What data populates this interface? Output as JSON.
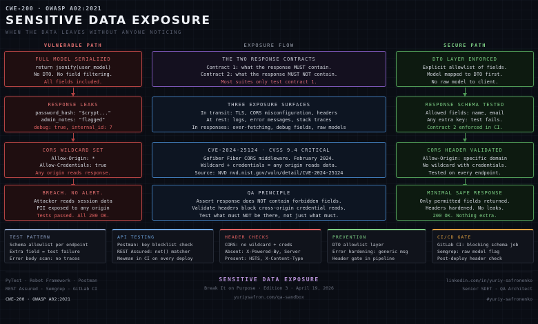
{
  "header": {
    "tag": "CWE-200 · OWASP A02:2021",
    "title": "SENSITIVE DATA EXPOSURE",
    "subtitle": "WHEN THE DATA LEAVES WITHOUT ANYONE NOTICING"
  },
  "columns": {
    "left": "VULNERABLE PATH",
    "middle": "EXPOSURE FLOW",
    "right": "SECURE PATH"
  },
  "vulnerable": [
    {
      "title": "FULL MODEL SERIALIZED",
      "lines": [
        "return jsonify(user_model)",
        "No DTO. No field filtering."
      ],
      "highlight": "All fields included."
    },
    {
      "title": "RESPONSE LEAKS",
      "lines": [
        "password_hash: \"$crypt...\"",
        "admin_notes: \"flagged\""
      ],
      "highlight": "debug: true, internal_id: 7"
    },
    {
      "title": "CORS WILDCARD SET",
      "lines": [
        "Allow-Origin: *",
        "Allow-Credentials: true"
      ],
      "highlight": "Any origin reads response."
    },
    {
      "title": "BREACH. NO ALERT.",
      "lines": [
        "Attacker reads session data",
        "PII exposed to any origin"
      ],
      "highlight": "Tests passed. All 200 OK."
    }
  ],
  "flow": [
    {
      "title": "THE TWO RESPONSE CONTRACTS",
      "lines": [
        "Contract 1: what the response MUST contain.",
        "Contract 2: what the response MUST NOT contain."
      ],
      "highlight": "Most suites only test contract 1."
    },
    {
      "title": "THREE EXPOSURE SURFACES",
      "lines": [
        "In transit: TLS, CORS misconfiguration, headers",
        "At rest: logs, error messages, stack traces",
        "In responses: over-fetching, debug fields, raw models"
      ],
      "highlight": ""
    },
    {
      "title": "CVE-2024-25124 · CVSS 9.4 CRITICAL",
      "lines": [
        "Gofiber Fiber CORS middleware. February 2024.",
        "Wildcard + credentials = any origin reads data.",
        "Source: NVD nvd.nist.gov/vuln/detail/CVE-2024-25124"
      ],
      "highlight": ""
    },
    {
      "title": "QA PRINCIPLE",
      "lines": [
        "Assert response does NOT contain forbidden fields.",
        "Validate headers block cross-origin credential reads.",
        "Test what must NOT be there, not just what must."
      ],
      "highlight": ""
    }
  ],
  "secure": [
    {
      "title": "DTO LAYER ENFORCED",
      "lines": [
        "Explicit allowlist of fields.",
        "Model mapped to DTO first."
      ],
      "highlight": "No raw model to client."
    },
    {
      "title": "RESPONSE SCHEMA TESTED",
      "lines": [
        "Allowed fields: name, email",
        "Any extra key: test fails."
      ],
      "highlight": "Contract 2 enforced in CI."
    },
    {
      "title": "CORS HEADER VALIDATED",
      "lines": [
        "Allow-Origin: specific domain",
        "No wildcard with credentials."
      ],
      "highlight": "Tested on every endpoint."
    },
    {
      "title": "MINIMAL SAFE RESPONSE",
      "lines": [
        "Only permitted fields returned.",
        "Headers hardened. No leaks."
      ],
      "highlight": "200 OK. Nothing extra."
    }
  ],
  "cards": [
    {
      "title": "TEST PATTERN",
      "color": "#8fa3c7",
      "lines": [
        "Schema allowlist per endpoint",
        "Extra field = test failure",
        "Error body scan: no traces"
      ]
    },
    {
      "title": "API TESTING",
      "color": "#6fa6e0",
      "lines": [
        "Postman: key blocklist check",
        "REST Assured: not() matcher",
        "Newman in CI on every deploy"
      ]
    },
    {
      "title": "HEADER CHECKS",
      "color": "#e06262",
      "lines": [
        "CORS: no wildcard + creds",
        "Absent: X-Powered-By, Server",
        "Present: HSTS, X-Content-Type"
      ]
    },
    {
      "title": "PREVENTION",
      "color": "#7ccd84",
      "lines": [
        "DTO allowlist layer",
        "Error hardening: generic msg",
        "Header gate in pipeline"
      ]
    },
    {
      "title": "CI/CD GATE",
      "color": "#e0a040",
      "lines": [
        "GitLab CI: blocking schema job",
        "Semgrep: raw model flag",
        "Post-deploy header check"
      ]
    }
  ],
  "footer": {
    "tools_line1": "PyTest · Robot Framework · Postman",
    "tools_line2": "REST Assured · Semgrep · GitLab CI",
    "tag": "CWE-200 · OWASP A02:2021",
    "title": "SENSITIVE DATA EXPOSURE",
    "edition": "Break It on Purpose · Edition 3 · April 19, 2026",
    "site": "yuriysafron.com/qa-sandbox",
    "linkedin": "linkedin.com/in/yuriy-safronenko",
    "role": "Senior SDET · QA Architect",
    "hashtag": "#yuriy-safronenko"
  },
  "colors": {
    "vulnerable": "#b24343",
    "flow": "#7b56b5",
    "flow_alt": "#3f78b4",
    "secure": "#4f9a57"
  }
}
